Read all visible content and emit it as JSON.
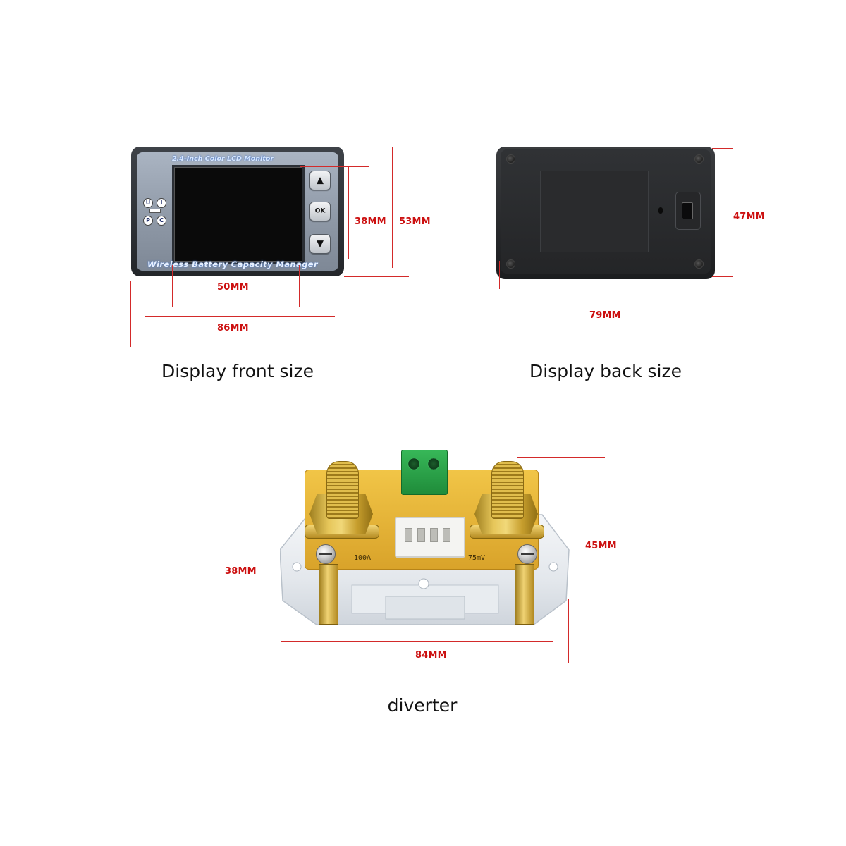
{
  "colors": {
    "dimension_line": "#d32a2a",
    "dimension_text": "#cc1111",
    "caption_text": "#111111",
    "background": "#ffffff"
  },
  "front_display": {
    "caption": "Display front size",
    "panel_top_text": "2.4-Inch Color LCD Monitor",
    "panel_bottom_text": "Wireless Battery Capacity Manager",
    "indicator_letters": [
      "U",
      "I",
      "P",
      "C"
    ],
    "buttons": [
      {
        "name": "up-button",
        "icon": "triangle-up-icon",
        "glyph": "▲"
      },
      {
        "name": "ok-button",
        "label": "OK"
      },
      {
        "name": "down-button",
        "icon": "triangle-down-icon",
        "glyph": "▼"
      }
    ],
    "dimensions": {
      "screen_height": "38MM",
      "overall_height": "53MM",
      "screen_width": "50MM",
      "overall_width": "86MM"
    }
  },
  "back_display": {
    "caption": "Display back size",
    "port_icon": "micro-usb-port-icon",
    "dimensions": {
      "height": "47MM",
      "width": "79MM"
    }
  },
  "diverter": {
    "caption": "diverter",
    "pcb_labels": [
      "100A",
      "75mV"
    ],
    "dimensions": {
      "left_height": "38MM",
      "right_height": "45MM",
      "width": "84MM"
    }
  }
}
